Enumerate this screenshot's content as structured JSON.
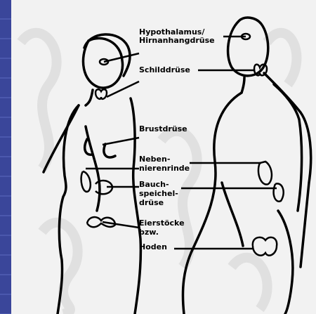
{
  "labels": {
    "hypothalamus": "Hypothalamus/",
    "hirnanhangdruese": "Hirnanhangdrüse",
    "schilddruese": "Schilddrüse",
    "brustdruese": "Brustdrüse",
    "neben": "Neben-",
    "nierenrinde": "nierenrinde",
    "bauch": "Bauch-",
    "speichel": "speichel-",
    "druese": "drüse",
    "eierstoecke": "Eierstöcke",
    "bzw": "bzw.",
    "hoden": "Hoden"
  },
  "colors": {
    "frame": "#3d4a9c",
    "background": "#f2f2f2",
    "ink": "#000000"
  }
}
